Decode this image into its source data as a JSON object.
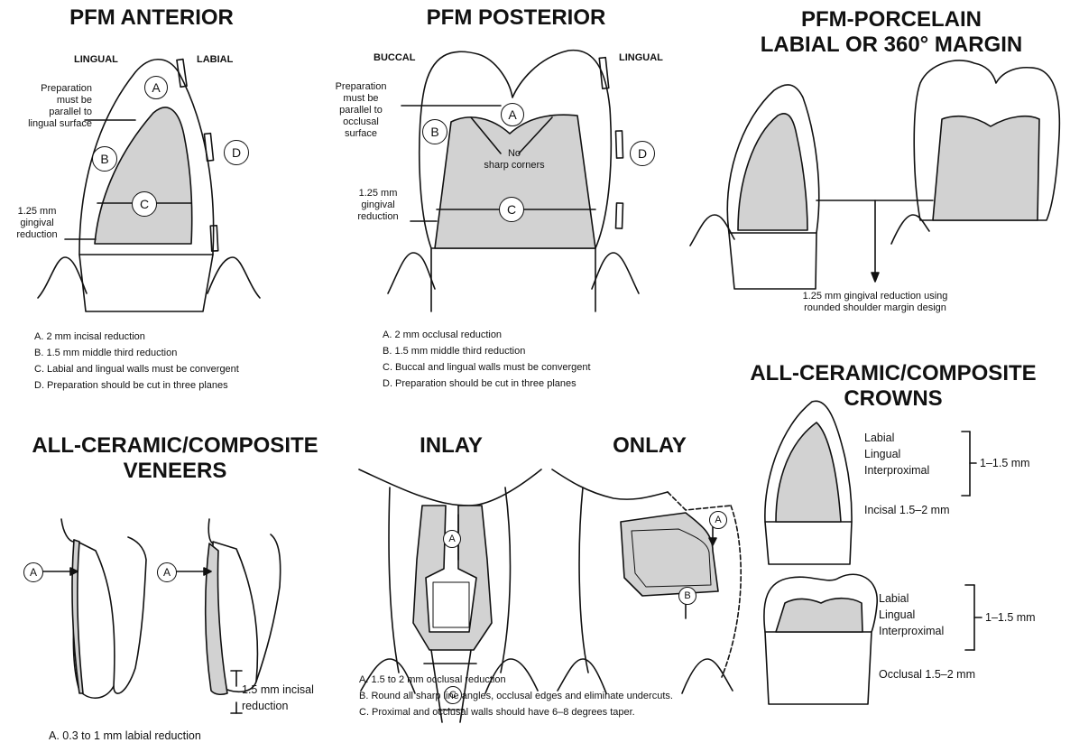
{
  "panels": {
    "pfm_anterior": {
      "title": "PFM ANTERIOR",
      "side_left": "LINGUAL",
      "side_right": "LABIAL",
      "callout_parallel": [
        "Preparation",
        "must be",
        "parallel to",
        "lingual surface"
      ],
      "callout_gingival": [
        "1.25 mm",
        "gingival",
        "reduction"
      ],
      "markers": [
        "A",
        "B",
        "C",
        "D"
      ],
      "notes": [
        "A. 2 mm incisal reduction",
        "B. 1.5 mm middle third reduction",
        "C. Labial and lingual walls must be convergent",
        "D. Preparation should be cut in three planes"
      ]
    },
    "pfm_posterior": {
      "title": "PFM POSTERIOR",
      "side_left": "BUCCAL",
      "side_right": "LINGUAL",
      "callout_parallel": [
        "Preparation",
        "must be",
        "parallel to",
        "occlusal",
        "surface"
      ],
      "callout_corners": [
        "No",
        "sharp corners"
      ],
      "callout_gingival": [
        "1.25 mm",
        "gingival",
        "reduction"
      ],
      "markers": [
        "A",
        "B",
        "C",
        "D"
      ],
      "notes": [
        "A. 2 mm occlusal reduction",
        "B. 1.5 mm middle third reduction",
        "C. Buccal and lingual walls must be convergent",
        "D. Preparation should be cut in three planes"
      ]
    },
    "pfm_porcelain": {
      "title_line1": "PFM-PORCELAIN",
      "title_line2": "LABIAL OR 360° MARGIN",
      "callout": [
        "1.25 mm gingival reduction using",
        "rounded shoulder margin design"
      ]
    },
    "veneers": {
      "title_line1": "ALL-CERAMIC/COMPOSITE",
      "title_line2": "VENEERS",
      "markers": [
        "A",
        "A"
      ],
      "incisal_label": [
        "1.5 mm incisal",
        "reduction"
      ],
      "note": "A. 0.3 to 1 mm labial reduction"
    },
    "inlay": {
      "title": "INLAY",
      "markers": [
        "A",
        "C"
      ]
    },
    "onlay": {
      "title": "ONLAY",
      "markers": [
        "A",
        "B"
      ]
    },
    "inlay_onlay_notes": [
      "A. 1.5 to 2 mm occlusal reduction",
      "B. Round all sharp line angles, occlusal edges and eliminate undercuts.",
      "C. Proximal and occlusal walls should have 6–8 degrees taper."
    ],
    "crowns": {
      "title_line1": "ALL-CERAMIC/COMPOSITE",
      "title_line2": "CROWNS",
      "anterior": {
        "labels": [
          "Labial",
          "Lingual",
          "Interproximal"
        ],
        "range": "1–1.5 mm",
        "extra": "Incisal 1.5–2 mm"
      },
      "posterior": {
        "labels": [
          "Labial",
          "Lingual",
          "Interproximal"
        ],
        "range": "1–1.5 mm",
        "extra": "Occlusal 1.5–2 mm"
      }
    }
  }
}
